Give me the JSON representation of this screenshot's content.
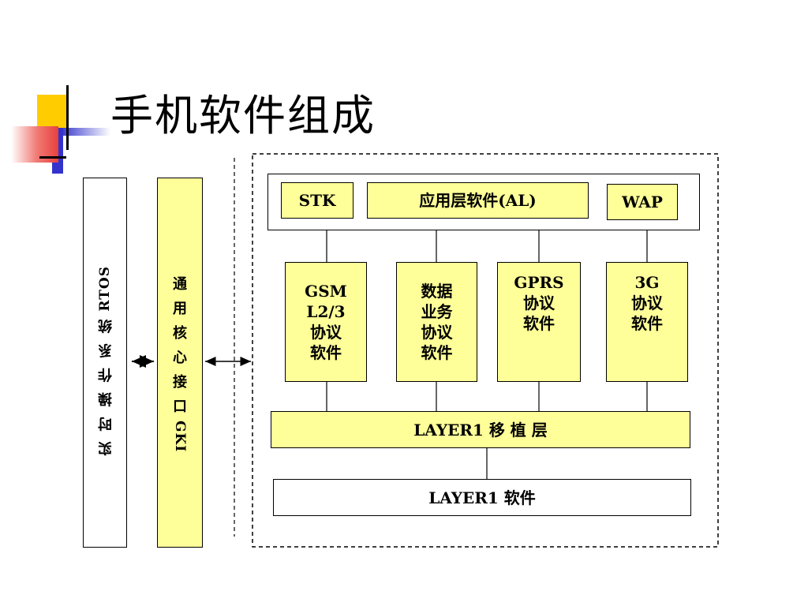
{
  "slide": {
    "title": "手机软件组成"
  },
  "diagram": {
    "rtos": {
      "chars": [
        "实",
        "时",
        "操",
        "作",
        "系",
        "统"
      ],
      "latin": "RTOS"
    },
    "gki": {
      "chars": [
        "通",
        "用",
        "核",
        "心",
        "接",
        "口"
      ],
      "latin": "GKI"
    },
    "top_row": {
      "stk": "STK",
      "al": "应用层软件(AL)",
      "wap": "WAP"
    },
    "protocols": {
      "gsm": "GSM\nL2/3\n协议\n软件",
      "data": "数据\n业务\n协议\n软件",
      "gprs": "GPRS\n协议\n软件",
      "threeg": "3G\n协议\n软件"
    },
    "layer1_porting": "LAYER1 移 植 层",
    "layer1_software": "LAYER1 软件"
  },
  "colors": {
    "yellow_fill": "#ffff99",
    "logo_yellow": "#ffcc00",
    "logo_red": "#e8413c",
    "logo_blue": "#3333cc"
  }
}
